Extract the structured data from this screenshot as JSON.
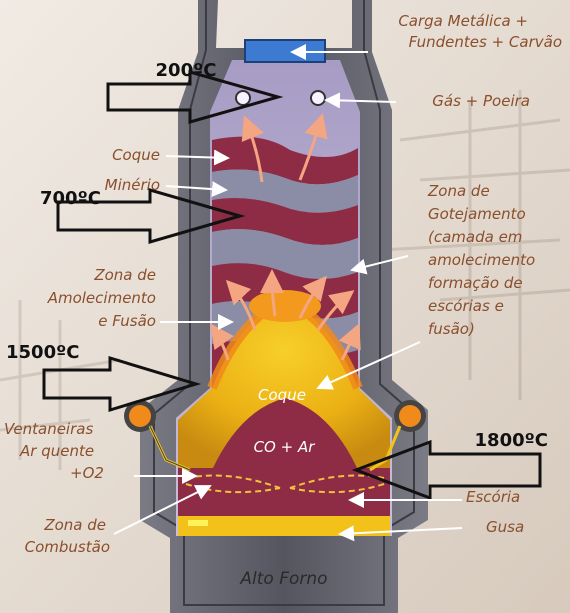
{
  "temperatures": {
    "t200": "200ºC",
    "t700": "700ºC",
    "t1500": "1500ºC",
    "t1800": "1800ºC"
  },
  "labels": {
    "charge_line1": "Carga Metálica +",
    "charge_line2": "Fundentes + Carvão",
    "gas": "Gás + Poeira",
    "coque_top": "Coque",
    "minerio": "Minério",
    "drip_zone": [
      "Zona de",
      "Gotejamento",
      "(camada em",
      "amolecimento",
      "formação de",
      "escórias e",
      "fusão)"
    ],
    "softening_zone": [
      "Zona de",
      "Amolecimento",
      "e Fusão"
    ],
    "coque_mid": "Coque",
    "co_ar": "CO + Ar",
    "tuyeres": [
      "Ventaneiras",
      "Ar quente",
      "+O2"
    ],
    "slag": "Escória",
    "pig_iron": "Gusa",
    "combustion_zone": [
      "Zona de",
      "Combustão"
    ],
    "title": "Alto Forno"
  },
  "colors": {
    "coke_layer": "#8e2c45",
    "ore_layer": "#8b8ca6",
    "molten_yellow": "#f2b412",
    "orange": "#f08a1a",
    "shell": "#5f5f6a",
    "hopper": "#3d7ad1",
    "label_brown": "#8a4f2c"
  }
}
